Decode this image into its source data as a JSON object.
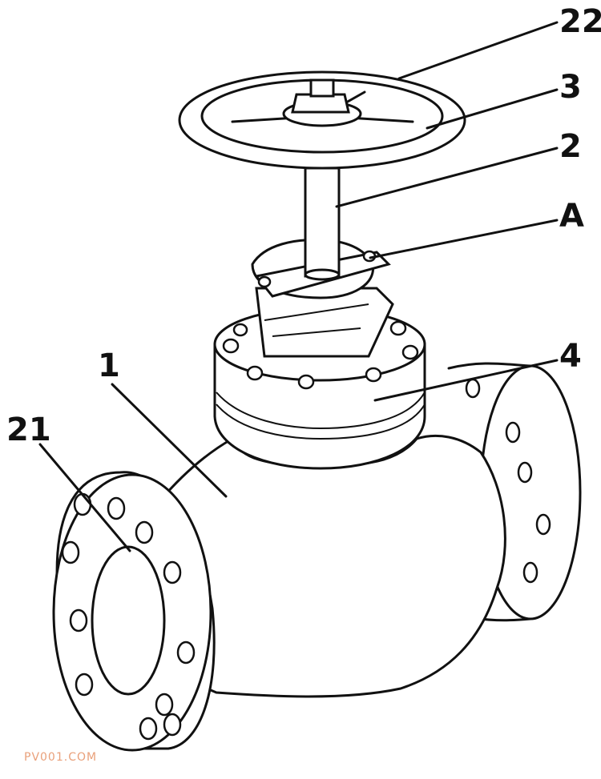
{
  "labels": {
    "handwheel_rim": "22",
    "handwheel": "3",
    "stem": "2",
    "detail": "A",
    "bonnet": "4",
    "body": "1",
    "flange": "21"
  },
  "watermark": {
    "text": "PV001.COM",
    "color": "#e9a07a"
  }
}
